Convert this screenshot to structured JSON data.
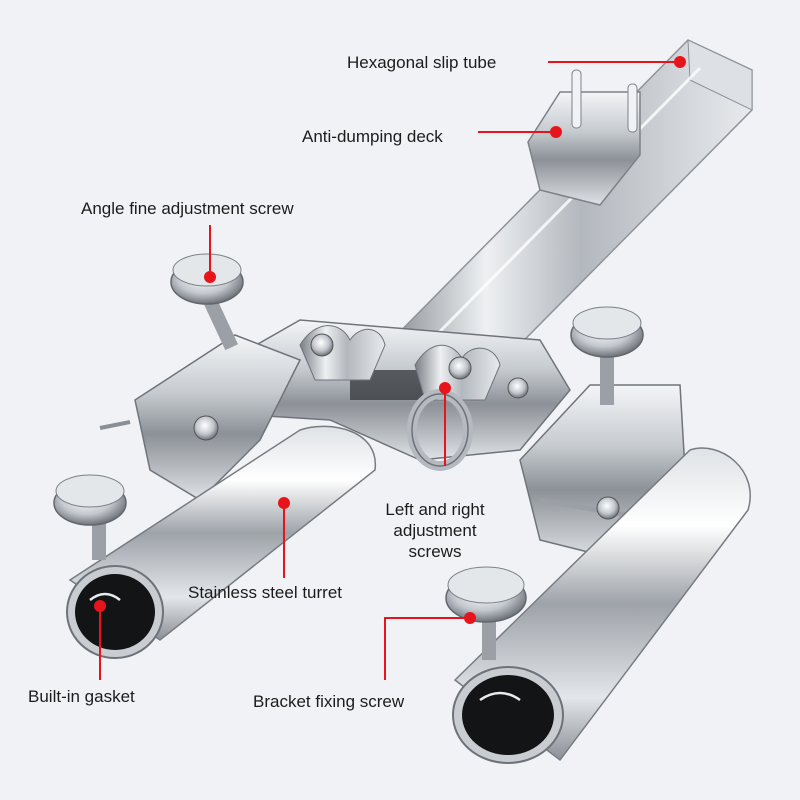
{
  "labels": {
    "slip_tube": "Hexagonal slip tube",
    "anti_dumping": "Anti-dumping deck",
    "angle_screw": "Angle fine adjustment screw",
    "lr_screws_line1": "Left and right",
    "lr_screws_line2": "adjustment",
    "lr_screws_line3": "screws",
    "turret": "Stainless steel turret",
    "gasket": "Built-in gasket",
    "bracket_screw": "Bracket fixing screw"
  },
  "colors": {
    "background": "#f1f2f6",
    "callout": "#e8141c",
    "steel_light": "#e9ecef",
    "steel_mid": "#b4b9bf",
    "steel_dark": "#5b6066",
    "tube_interior": "#121416"
  }
}
